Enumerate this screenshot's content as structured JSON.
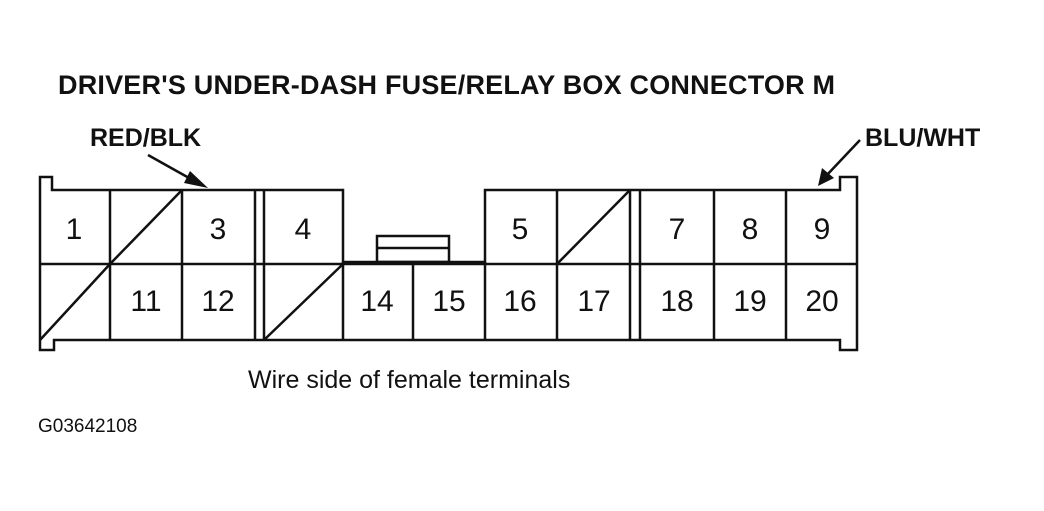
{
  "title": "DRIVER'S UNDER-DASH FUSE/RELAY BOX CONNECTOR M",
  "wire_labels": {
    "left": "RED/BLK",
    "right": "BLU/WHT"
  },
  "connector": {
    "row1": [
      "1",
      "",
      "3",
      "4",
      "5",
      "",
      "7",
      "8",
      "9"
    ],
    "row2": [
      "",
      "11",
      "12",
      "",
      "14",
      "15",
      "16",
      "17",
      "18",
      "19",
      "20"
    ]
  },
  "caption": "Wire side of female terminals",
  "figure_id": "G03642108"
}
